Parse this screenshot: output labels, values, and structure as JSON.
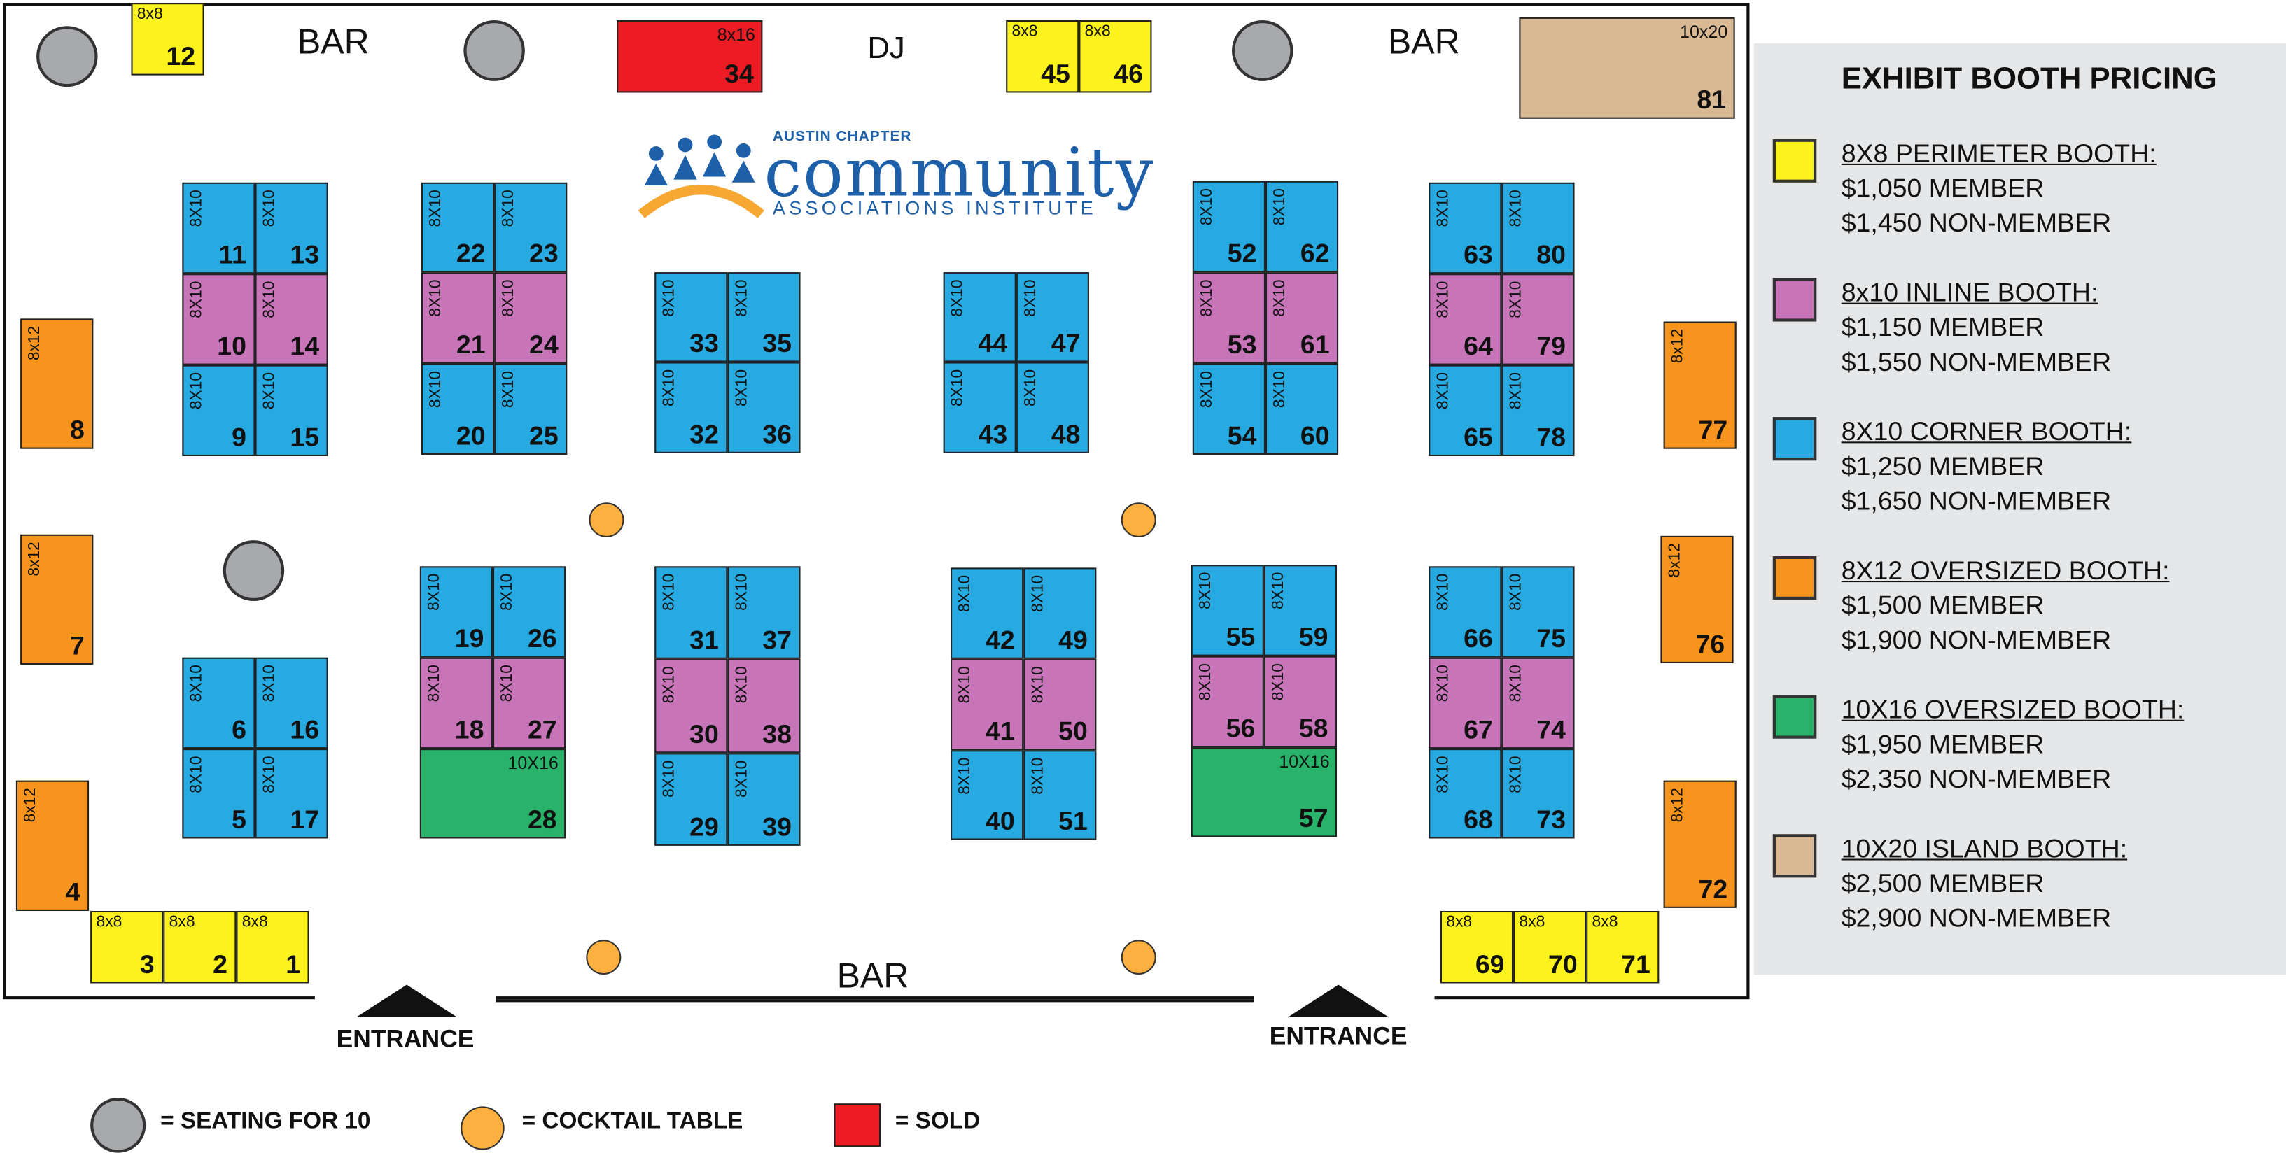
{
  "labels": {
    "bar_top_left": "BAR",
    "bar_top_right": "BAR",
    "bar_bottom": "BAR",
    "dj": "DJ",
    "entrance": "ENTRANCE"
  },
  "logo": {
    "chapter": "AUSTIN CHAPTER",
    "name": "community",
    "subtitle": "ASSOCIATIONS INSTITUTE"
  },
  "booths": [
    {
      "num": "12",
      "size": "8x8",
      "color": "#fcf21c"
    },
    {
      "num": "34",
      "size": "8x16",
      "color": "#ed1c24"
    },
    {
      "num": "45",
      "size": "8x8",
      "color": "#fcf21c"
    },
    {
      "num": "46",
      "size": "8x8",
      "color": "#fcf21c"
    },
    {
      "num": "81",
      "size": "10x20",
      "color": "#d9b894"
    },
    {
      "num": "8",
      "size": "8x12",
      "color": "#f7941d"
    },
    {
      "num": "7",
      "size": "8x12",
      "color": "#f7941d"
    },
    {
      "num": "4",
      "size": "8x12",
      "color": "#f7941d"
    },
    {
      "num": "77",
      "size": "8x12",
      "color": "#f7941d"
    },
    {
      "num": "76",
      "size": "8x12",
      "color": "#f7941d"
    },
    {
      "num": "72",
      "size": "8x12",
      "color": "#f7941d"
    },
    {
      "num": "3",
      "size": "8x8",
      "color": "#fcf21c"
    },
    {
      "num": "2",
      "size": "8x8",
      "color": "#fcf21c"
    },
    {
      "num": "1",
      "size": "8x8",
      "color": "#fcf21c"
    },
    {
      "num": "69",
      "size": "8x8",
      "color": "#fcf21c"
    },
    {
      "num": "70",
      "size": "8x8",
      "color": "#fcf21c"
    },
    {
      "num": "71",
      "size": "8x8",
      "color": "#fcf21c"
    },
    {
      "num": "11",
      "size": "8X10",
      "color": "#27a9e1"
    },
    {
      "num": "13",
      "size": "8X10",
      "color": "#27a9e1"
    },
    {
      "num": "10",
      "size": "8X10",
      "color": "#c874b9"
    },
    {
      "num": "14",
      "size": "8X10",
      "color": "#c874b9"
    },
    {
      "num": "9",
      "size": "8X10",
      "color": "#27a9e1"
    },
    {
      "num": "15",
      "size": "8X10",
      "color": "#27a9e1"
    },
    {
      "num": "22",
      "size": "8X10",
      "color": "#27a9e1"
    },
    {
      "num": "23",
      "size": "8X10",
      "color": "#27a9e1"
    },
    {
      "num": "21",
      "size": "8X10",
      "color": "#c874b9"
    },
    {
      "num": "24",
      "size": "8X10",
      "color": "#c874b9"
    },
    {
      "num": "20",
      "size": "8X10",
      "color": "#27a9e1"
    },
    {
      "num": "25",
      "size": "8X10",
      "color": "#27a9e1"
    },
    {
      "num": "33",
      "size": "8X10",
      "color": "#27a9e1"
    },
    {
      "num": "35",
      "size": "8X10",
      "color": "#27a9e1"
    },
    {
      "num": "32",
      "size": "8X10",
      "color": "#27a9e1"
    },
    {
      "num": "36",
      "size": "8X10",
      "color": "#27a9e1"
    },
    {
      "num": "44",
      "size": "8X10",
      "color": "#27a9e1"
    },
    {
      "num": "47",
      "size": "8X10",
      "color": "#27a9e1"
    },
    {
      "num": "43",
      "size": "8X10",
      "color": "#27a9e1"
    },
    {
      "num": "48",
      "size": "8X10",
      "color": "#27a9e1"
    },
    {
      "num": "52",
      "size": "8X10",
      "color": "#27a9e1"
    },
    {
      "num": "62",
      "size": "8X10",
      "color": "#27a9e1"
    },
    {
      "num": "53",
      "size": "8X10",
      "color": "#c874b9"
    },
    {
      "num": "61",
      "size": "8X10",
      "color": "#c874b9"
    },
    {
      "num": "54",
      "size": "8X10",
      "color": "#27a9e1"
    },
    {
      "num": "60",
      "size": "8X10",
      "color": "#27a9e1"
    },
    {
      "num": "63",
      "size": "8X10",
      "color": "#27a9e1"
    },
    {
      "num": "80",
      "size": "8X10",
      "color": "#27a9e1"
    },
    {
      "num": "64",
      "size": "8X10",
      "color": "#c874b9"
    },
    {
      "num": "79",
      "size": "8X10",
      "color": "#c874b9"
    },
    {
      "num": "65",
      "size": "8X10",
      "color": "#27a9e1"
    },
    {
      "num": "78",
      "size": "8X10",
      "color": "#27a9e1"
    },
    {
      "num": "6",
      "size": "8X10",
      "color": "#27a9e1"
    },
    {
      "num": "16",
      "size": "8X10",
      "color": "#27a9e1"
    },
    {
      "num": "5",
      "size": "8X10",
      "color": "#27a9e1"
    },
    {
      "num": "17",
      "size": "8X10",
      "color": "#27a9e1"
    },
    {
      "num": "19",
      "size": "8X10",
      "color": "#27a9e1"
    },
    {
      "num": "26",
      "size": "8X10",
      "color": "#27a9e1"
    },
    {
      "num": "18",
      "size": "8X10",
      "color": "#c874b9"
    },
    {
      "num": "27",
      "size": "8X10",
      "color": "#c874b9"
    },
    {
      "num": "28",
      "size": "10X16",
      "color": "#29b26a"
    },
    {
      "num": "31",
      "size": "8X10",
      "color": "#27a9e1"
    },
    {
      "num": "37",
      "size": "8X10",
      "color": "#27a9e1"
    },
    {
      "num": "30",
      "size": "8X10",
      "color": "#c874b9"
    },
    {
      "num": "38",
      "size": "8X10",
      "color": "#c874b9"
    },
    {
      "num": "29",
      "size": "8X10",
      "color": "#27a9e1"
    },
    {
      "num": "39",
      "size": "8X10",
      "color": "#27a9e1"
    },
    {
      "num": "42",
      "size": "8X10",
      "color": "#27a9e1"
    },
    {
      "num": "49",
      "size": "8X10",
      "color": "#27a9e1"
    },
    {
      "num": "41",
      "size": "8X10",
      "color": "#c874b9"
    },
    {
      "num": "50",
      "size": "8X10",
      "color": "#c874b9"
    },
    {
      "num": "40",
      "size": "8X10",
      "color": "#27a9e1"
    },
    {
      "num": "51",
      "size": "8X10",
      "color": "#27a9e1"
    },
    {
      "num": "55",
      "size": "8X10",
      "color": "#27a9e1"
    },
    {
      "num": "59",
      "size": "8X10",
      "color": "#27a9e1"
    },
    {
      "num": "56",
      "size": "8X10",
      "color": "#c874b9"
    },
    {
      "num": "58",
      "size": "8X10",
      "color": "#c874b9"
    },
    {
      "num": "57",
      "size": "10X16",
      "color": "#29b26a"
    },
    {
      "num": "66",
      "size": "8X10",
      "color": "#27a9e1"
    },
    {
      "num": "75",
      "size": "8X10",
      "color": "#27a9e1"
    },
    {
      "num": "67",
      "size": "8X10",
      "color": "#c874b9"
    },
    {
      "num": "74",
      "size": "8X10",
      "color": "#c874b9"
    },
    {
      "num": "68",
      "size": "8X10",
      "color": "#27a9e1"
    },
    {
      "num": "73",
      "size": "8X10",
      "color": "#27a9e1"
    }
  ],
  "pricing": {
    "title": "EXHIBIT BOOTH PRICING",
    "items": [
      {
        "name": "8X8 PERIMETER BOOTH:",
        "member": "$1,050 MEMBER",
        "nonmember": "$1,450 NON-MEMBER",
        "color": "#fcf21c"
      },
      {
        "name": "8x10 INLINE BOOTH:",
        "member": "$1,150 MEMBER",
        "nonmember": "$1,550 NON-MEMBER",
        "color": "#c874b9"
      },
      {
        "name": "8X10 CORNER BOOTH:",
        "member": "$1,250 MEMBER",
        "nonmember": "$1,650 NON-MEMBER",
        "color": "#27a9e1"
      },
      {
        "name": "8X12 OVERSIZED BOOTH:",
        "member": "$1,500 MEMBER",
        "nonmember": "$1,900 NON-MEMBER",
        "color": "#f7941d"
      },
      {
        "name": "10X16 OVERSIZED BOOTH:",
        "member": "$1,950 MEMBER",
        "nonmember": "$2,350 NON-MEMBER",
        "color": "#29b26a"
      },
      {
        "name": "10X20 ISLAND BOOTH:",
        "member": "$2,500 MEMBER",
        "nonmember": "$2,900 NON-MEMBER",
        "color": "#d9b894"
      }
    ]
  },
  "legend": {
    "seating": "= SEATING FOR 10",
    "cocktail": "= COCKTAIL TABLE",
    "sold": "= SOLD"
  },
  "colors": {
    "seating": "#a7a9ac",
    "cocktail": "#fbb040",
    "sold": "#ed1c24"
  }
}
